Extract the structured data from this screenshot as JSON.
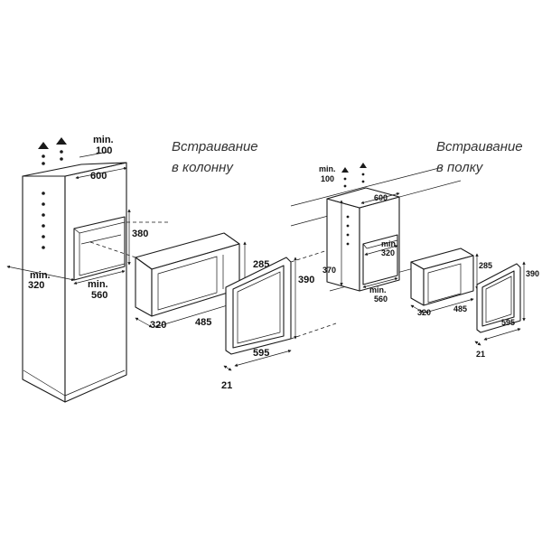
{
  "column": {
    "caption_line1": "Встраивание",
    "caption_line2": "в колонну",
    "min_top_label": "min.",
    "min_top_value": "100",
    "width_top": "600",
    "niche_height": "380",
    "min_depth_label": "min.",
    "min_depth_value": "320",
    "min_width_label": "min.",
    "min_width_value": "560",
    "oven_height": "285",
    "oven_depth": "320",
    "oven_width": "485",
    "frame_height": "390",
    "frame_width": "595",
    "frame_thickness": "21"
  },
  "shelf": {
    "caption_line1": "Встраивание",
    "caption_line2": "в полку",
    "min_top_label": "min.",
    "min_top_value": "100",
    "width_top": "600",
    "min_depth_label": "min.",
    "min_depth_value": "320",
    "shelf_height": "370",
    "min_width_label": "min.",
    "min_width_value": "560",
    "oven_height": "285",
    "oven_depth": "320",
    "oven_width": "485",
    "frame_height": "390",
    "frame_width": "595",
    "frame_thickness": "21"
  }
}
